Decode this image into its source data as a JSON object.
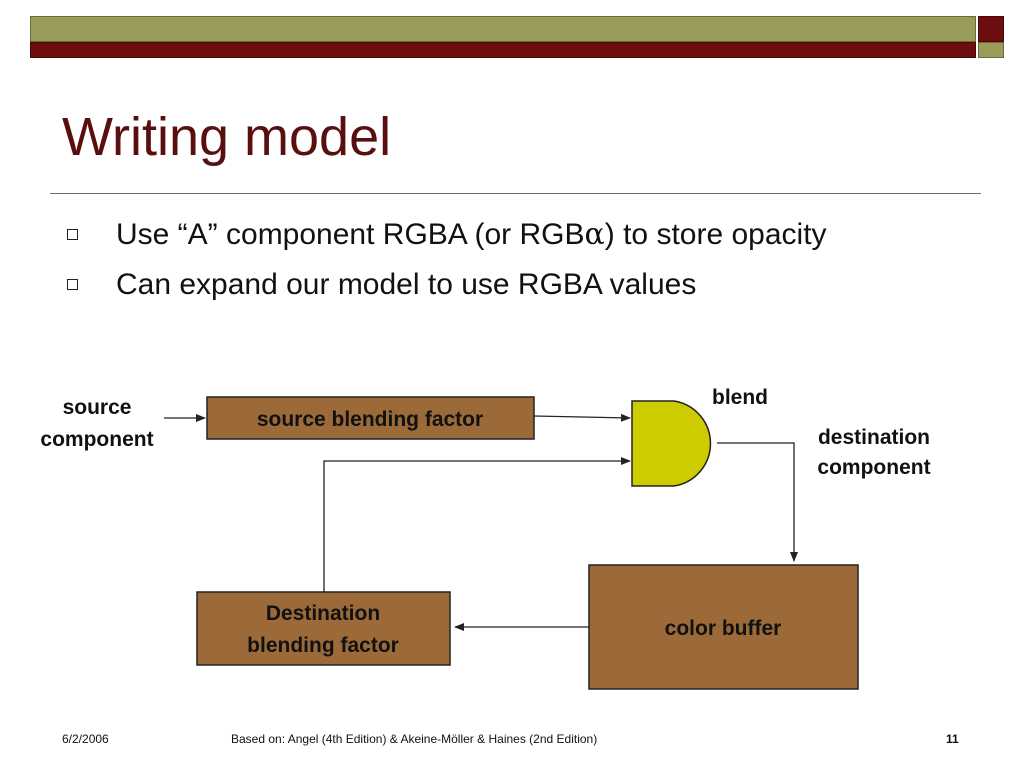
{
  "slide": {
    "title": "Writing model",
    "bullets": [
      {
        "prefix": "Use “A” component RGBA (or RGB",
        "symbol": "α",
        "suffix": ") to store opacity"
      },
      {
        "prefix": "Can expand our model to use RGBA values",
        "symbol": "",
        "suffix": ""
      }
    ]
  },
  "diagram": {
    "source_label": [
      "source",
      "component"
    ],
    "source_factor_box": "source blending factor",
    "blend_label": "blend",
    "destination_label": [
      "destination",
      "component"
    ],
    "color_buffer_box": "color buffer",
    "destination_factor_box": [
      "Destination",
      "blending factor"
    ]
  },
  "footer": {
    "date": "6/2/2006",
    "credit": "Based on: Angel (4th Edition) & Akeine-Möller & Haines (2nd Edition)",
    "page_number": "11"
  },
  "colors": {
    "box_fill": "#9c6a38",
    "blend_gate_fill": "#cccc00",
    "title_color": "#5a0f0f",
    "band_maroon": "#6e0d0d",
    "band_olive": "#9b9b5a"
  }
}
